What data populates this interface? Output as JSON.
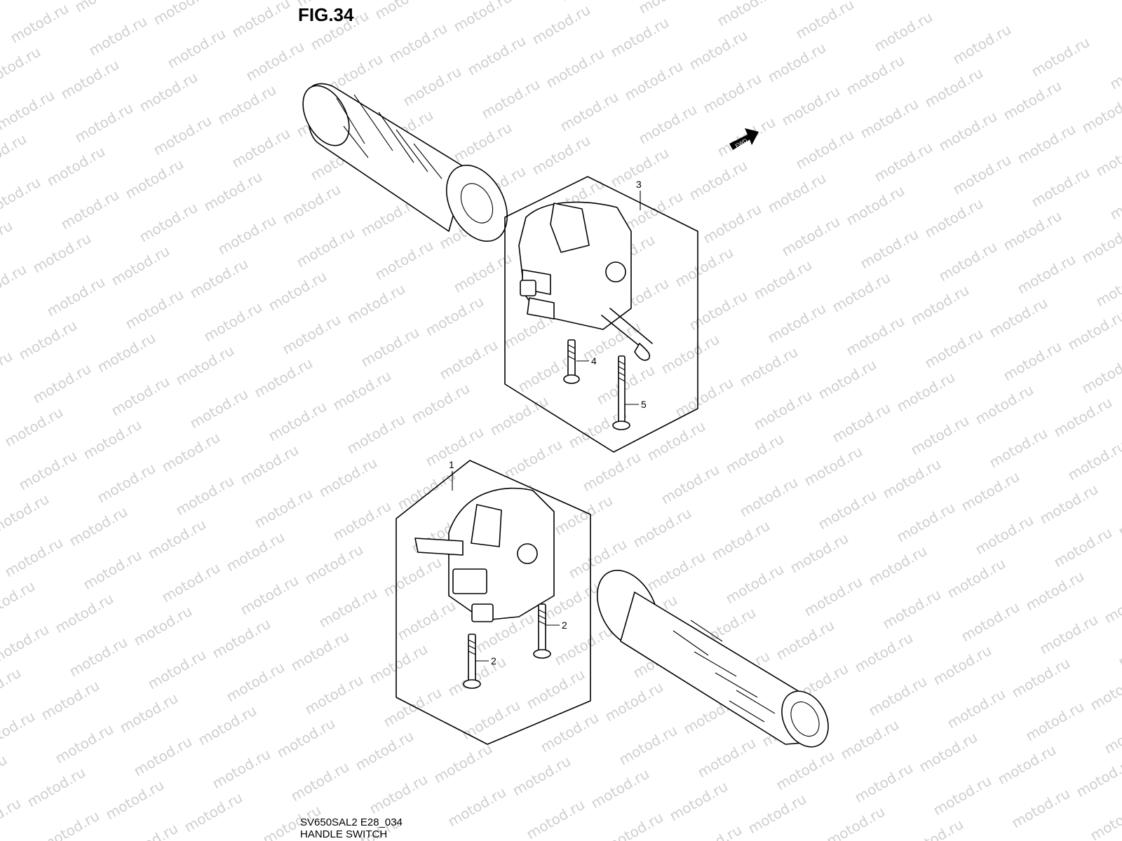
{
  "figure": {
    "title": "FIG.34",
    "model_code": "SV650SAL2 E28_034",
    "name": "HANDLE SWITCH"
  },
  "watermark": {
    "text": "motod.ru",
    "color": "#cfcfcf"
  },
  "direction_badge": {
    "label": "FWD",
    "icon": "forward-arrow-icon"
  },
  "callouts": [
    {
      "id": "3",
      "label": "3"
    },
    {
      "id": "4",
      "label": "4"
    },
    {
      "id": "5",
      "label": "5"
    },
    {
      "id": "1",
      "label": "1"
    },
    {
      "id": "2a",
      "label": "2"
    },
    {
      "id": "2b",
      "label": "2"
    }
  ]
}
